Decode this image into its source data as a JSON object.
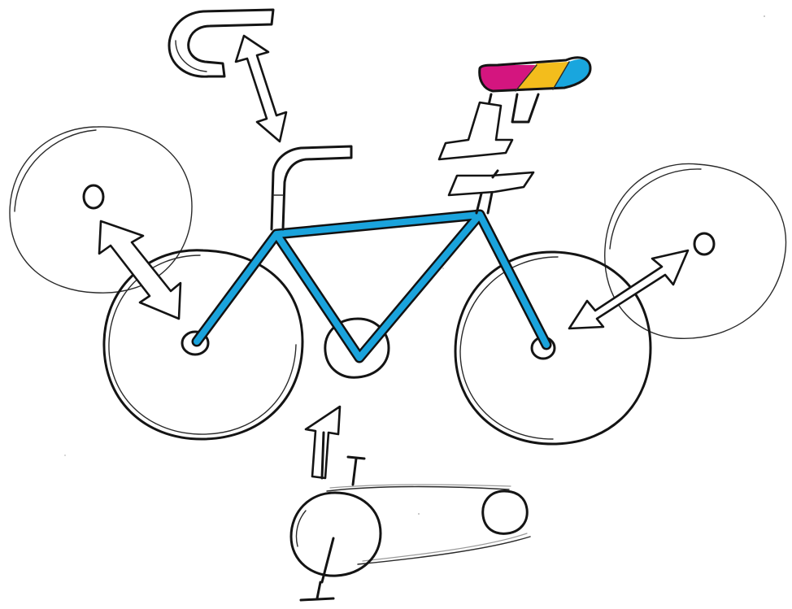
{
  "colors": {
    "frame": "#1aa3dc",
    "frame_outline": "#111111",
    "saddle_magenta": "#d4157f",
    "saddle_yellow": "#f3bd1c",
    "saddle_cyan": "#19a6de",
    "ink": "#141414",
    "paper": "#ffffff"
  },
  "parts": [
    {
      "id": "handlebar",
      "icon": "handlebar-icon"
    },
    {
      "id": "saddle",
      "icon": "saddle-icon"
    },
    {
      "id": "seatpost",
      "icon": "seatpost-icon"
    },
    {
      "id": "front-wheel",
      "icon": "wheel-icon"
    },
    {
      "id": "rear-wheel",
      "icon": "wheel-icon"
    },
    {
      "id": "bottom-bracket",
      "icon": "crank-icon"
    },
    {
      "id": "drivetrain",
      "icon": "chain-icon"
    }
  ]
}
